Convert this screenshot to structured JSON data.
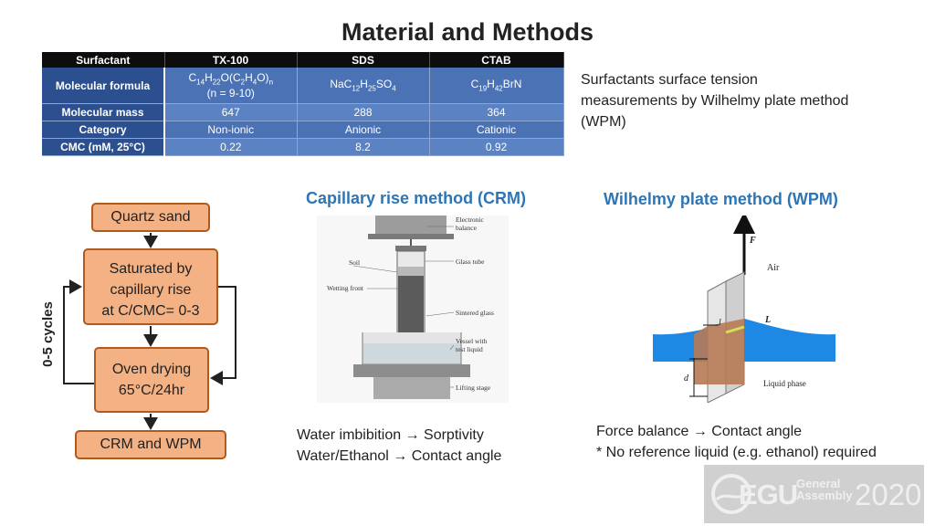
{
  "title": "Material and Methods",
  "table": {
    "headers": [
      "Surfactant",
      "TX-100",
      "SDS",
      "CTAB"
    ],
    "rows": [
      {
        "label": "Molecular formula",
        "values": [
          "",
          "",
          ""
        ],
        "tx_note": "(n = 9-10)"
      },
      {
        "label": "Molecular mass",
        "values": [
          "647",
          "288",
          "364"
        ]
      },
      {
        "label": "Category",
        "values": [
          "Non-ionic",
          "Anionic",
          "Cationic"
        ]
      },
      {
        "label": "CMC (mM, 25°C)",
        "values": [
          "0.22",
          "8.2",
          "0.92"
        ]
      }
    ]
  },
  "wpm_note": "Surfactants surface tension measurements by Wilhelmy plate method (WPM)",
  "flow": {
    "quartz": "Quartz sand",
    "saturated": [
      "Saturated by",
      "capillary rise",
      "at C/CMC= 0-3"
    ],
    "oven": [
      "Oven drying",
      "65°C/24hr"
    ],
    "crm_wpm": "CRM and WPM",
    "cycles": "0-5 cycles"
  },
  "crm": {
    "heading": "Capillary rise method (CRM)",
    "labels": {
      "balance": [
        "Electronic",
        "balance"
      ],
      "soil": "Soil",
      "glass_tube": "Glass tube",
      "wetting_front": "Wetting front",
      "sintered_glass": "Sintered glass",
      "vessel": [
        "Vessel with",
        "test liquid"
      ],
      "lifting_stage": "Lifting stage"
    },
    "caption": [
      "Water imbibition",
      "Sorptivity",
      "Water/Ethanol",
      "Contact angle"
    ]
  },
  "wpm": {
    "heading": "Wilhelmy plate method (WPM)",
    "labels": {
      "force": "F",
      "air": "Air",
      "lw": "L",
      "l": "l",
      "d": "d",
      "liquid": "Liquid phase"
    },
    "caption": [
      "Force balance",
      "Contact angle",
      "* No reference liquid  (e.g. ethanol) required"
    ]
  },
  "logo": {
    "egu": "EGU",
    "line1": "General",
    "line2": "Assembly",
    "year": "2020"
  },
  "colors": {
    "table_header": "#0d0d0d",
    "table_label": "#2b4f8f",
    "table_cell": "#4a72b5",
    "flow_box": "#f4b183",
    "flow_border": "#b05a1d",
    "heading": "#2e75b6",
    "water": "#1e88e5"
  }
}
